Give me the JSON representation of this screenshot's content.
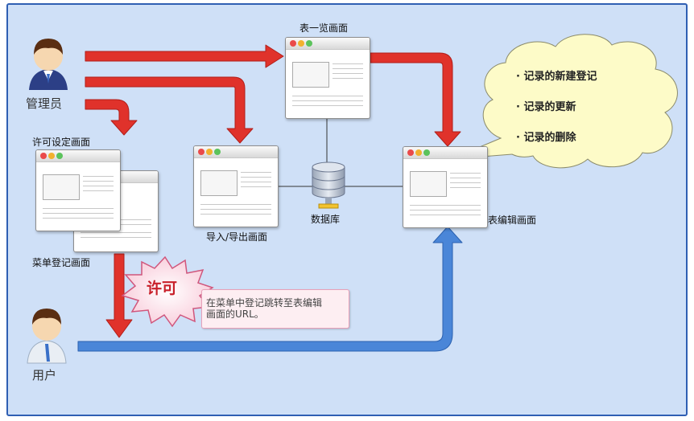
{
  "roles": {
    "admin_label": "管理员",
    "user_label": "用户"
  },
  "screens": {
    "table_list": "表一览画面",
    "permission_settings": "许可设定画面",
    "menu_register": "菜单登记画面",
    "import_export": "导入/导出画面",
    "table_edit": "表编辑画面"
  },
  "database_label": "数据库",
  "callout": {
    "items": [
      "· 记录的新建登记",
      "· 记录的更新",
      "· 记录的删除"
    ]
  },
  "permit_label": "许可",
  "note": {
    "line1": "在菜单中登记跳转至表编辑",
    "line2": "画面的URL。"
  },
  "colors": {
    "frame_border": "#2f5fb3",
    "background": "#cfe0f7",
    "red_arrow": "#e0322b",
    "blue_arrow": "#4a86d8",
    "cloud": "#fdfbc8"
  }
}
